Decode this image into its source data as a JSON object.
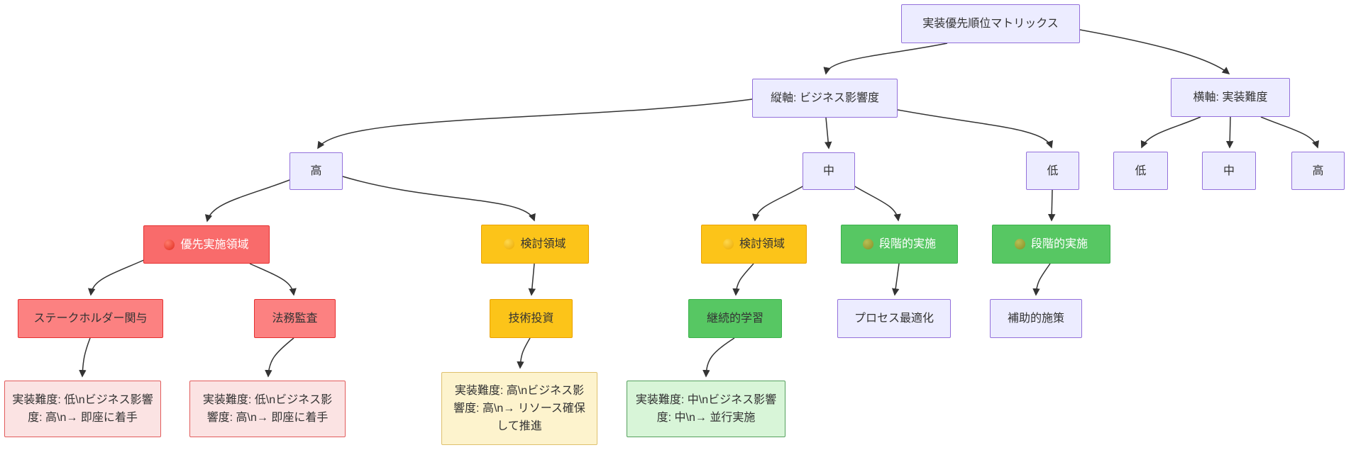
{
  "diagram": {
    "type": "flowchart",
    "title": "実装優先順位マトリックス",
    "colors": {
      "node_default_fill": "#ececff",
      "node_default_border": "#9370db",
      "priority_red_fill": "#f96b6b",
      "red_light_fill": "#fc8181",
      "red_border": "#e53030",
      "yellow_fill": "#fcc419",
      "yellow_border": "#eba102",
      "green_fill": "#57c763",
      "green_border": "#3cb14c",
      "pink_note_fill": "#fbe3e3",
      "cream_note_fill": "#fdf3cd",
      "mint_note_fill": "#d8f5d8",
      "edge_stroke": "#333333"
    },
    "nodes": {
      "root": {
        "label": "実装優先順位マトリックス"
      },
      "vaxis": {
        "label": "縦軸: ビジネス影響度"
      },
      "haxis": {
        "label": "横軸: 実装難度"
      },
      "v_high": {
        "label": "高"
      },
      "v_mid": {
        "label": "中"
      },
      "v_low": {
        "label": "低"
      },
      "h_low": {
        "label": "低"
      },
      "h_mid": {
        "label": "中"
      },
      "h_high": {
        "label": "高"
      },
      "priority": {
        "icon": "red-circle",
        "label": "優先実施領域"
      },
      "review1": {
        "icon": "yellow-circle",
        "label": "検討領域"
      },
      "review2": {
        "icon": "yellow-circle",
        "label": "検討領域"
      },
      "phased1": {
        "icon": "green-circle",
        "label": "段階的実施"
      },
      "phased2": {
        "icon": "green-circle",
        "label": "段階的実施"
      },
      "stakeholder": {
        "label": "ステークホルダー関与"
      },
      "legal": {
        "label": "法務監査"
      },
      "tech": {
        "label": "技術投資"
      },
      "learning": {
        "label": "継続的学習"
      },
      "process": {
        "label": "プロセス最適化"
      },
      "support": {
        "label": "補助的施策"
      },
      "note1": {
        "label": "実装難度: 低\\nビジネス影響度: 高\\n→ 即座に着手"
      },
      "note2": {
        "label": "実装難度: 低\\nビジネス影響度: 高\\n→ 即座に着手"
      },
      "note3": {
        "label": "実装難度: 高\\nビジネス影響度: 高\\n→ リソース確保して推進"
      },
      "note4": {
        "label": "実装難度: 中\\nビジネス影響度: 中\\n→ 並行実施"
      }
    },
    "edges": [
      {
        "from": "root",
        "to": "vaxis"
      },
      {
        "from": "root",
        "to": "haxis"
      },
      {
        "from": "vaxis",
        "to": "v_high"
      },
      {
        "from": "vaxis",
        "to": "v_mid"
      },
      {
        "from": "vaxis",
        "to": "v_low"
      },
      {
        "from": "haxis",
        "to": "h_low"
      },
      {
        "from": "haxis",
        "to": "h_mid"
      },
      {
        "from": "haxis",
        "to": "h_high"
      },
      {
        "from": "v_high",
        "to": "priority"
      },
      {
        "from": "v_high",
        "to": "review1"
      },
      {
        "from": "v_mid",
        "to": "review2"
      },
      {
        "from": "v_mid",
        "to": "phased1"
      },
      {
        "from": "v_low",
        "to": "phased2"
      },
      {
        "from": "priority",
        "to": "stakeholder"
      },
      {
        "from": "priority",
        "to": "legal"
      },
      {
        "from": "review1",
        "to": "tech"
      },
      {
        "from": "review2",
        "to": "learning"
      },
      {
        "from": "phased1",
        "to": "process"
      },
      {
        "from": "phased2",
        "to": "support"
      },
      {
        "from": "stakeholder",
        "to": "note1"
      },
      {
        "from": "legal",
        "to": "note2"
      },
      {
        "from": "tech",
        "to": "note3"
      },
      {
        "from": "learning",
        "to": "note4"
      }
    ]
  }
}
